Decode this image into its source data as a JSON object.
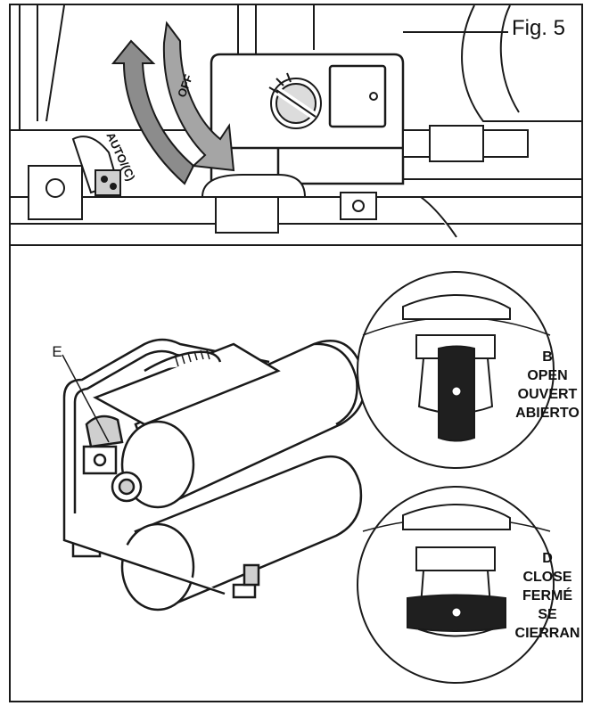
{
  "figure_label": "Fig. 5",
  "top_view": {
    "arrow_auto_label": "AUTO/(C)",
    "arrow_off_label": "OFF"
  },
  "compressor": {
    "callout_letter": "E"
  },
  "valve_open": {
    "letter": "B",
    "line1": "OPEN",
    "line2": "OUVERT",
    "line3": "ABIERTO"
  },
  "valve_closed": {
    "letter": "D",
    "line1": "CLOSE",
    "line2": "FERMÉ",
    "line3": "SE",
    "line4": "CIERRAN"
  },
  "colors": {
    "line": "#1a1a1a",
    "shade": "#9a9a9a",
    "arrow_fill": "#8c8c8c",
    "background": "#ffffff"
  }
}
